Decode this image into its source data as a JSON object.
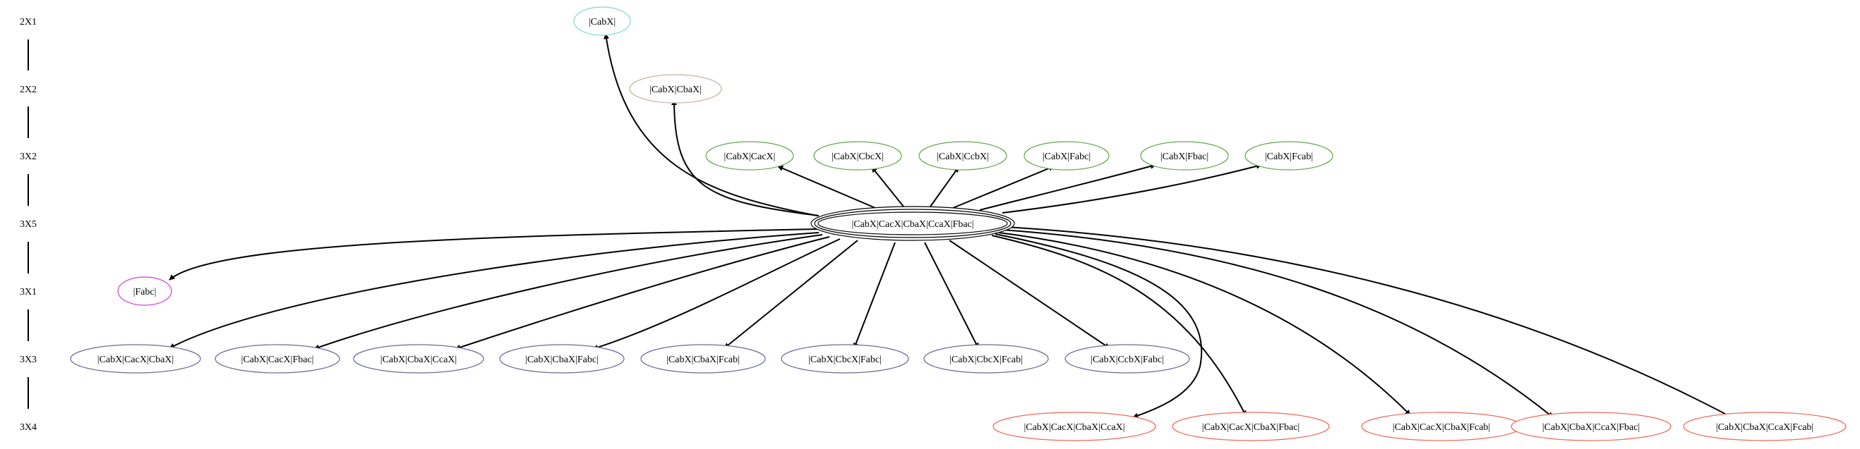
{
  "colors": {
    "teal": "#7fd7cf",
    "tan": "#c7b29e",
    "green": "#62a84a",
    "magenta": "#d23cd2",
    "slate": "#6b6b94",
    "red": "#ee6a5a",
    "black": "#000000"
  },
  "ranks": [
    {
      "id": "r2x1",
      "label": "2X1"
    },
    {
      "id": "r2x2",
      "label": "2X2"
    },
    {
      "id": "r3x2",
      "label": "3X2"
    },
    {
      "id": "r3x5",
      "label": "3X5"
    },
    {
      "id": "r3x1",
      "label": "3X1"
    },
    {
      "id": "r3x3",
      "label": "3X3"
    },
    {
      "id": "r3x4",
      "label": "3X4"
    }
  ],
  "center": {
    "id": "center",
    "label": "|CabX|CacX|CbaX|CcaX|Fbac|",
    "rank": "r3x5",
    "color": "black"
  },
  "nodes": [
    {
      "id": "n2x1",
      "label": "|CabX|",
      "rank": "r2x1",
      "color": "teal"
    },
    {
      "id": "n2x2",
      "label": "|CabX|CbaX|",
      "rank": "r2x2",
      "color": "tan"
    },
    {
      "id": "g1",
      "label": "|CabX|CacX|",
      "rank": "r3x2",
      "color": "green"
    },
    {
      "id": "g2",
      "label": "|CabX|CbcX|",
      "rank": "r3x2",
      "color": "green"
    },
    {
      "id": "g3",
      "label": "|CabX|CcbX|",
      "rank": "r3x2",
      "color": "green"
    },
    {
      "id": "g4",
      "label": "|CabX|Fabc|",
      "rank": "r3x2",
      "color": "green"
    },
    {
      "id": "g5",
      "label": "|CabX|Fbac|",
      "rank": "r3x2",
      "color": "green"
    },
    {
      "id": "g6",
      "label": "|CabX|Fcab|",
      "rank": "r3x2",
      "color": "green"
    },
    {
      "id": "m1",
      "label": "|Fabc|",
      "rank": "r3x1",
      "color": "magenta"
    },
    {
      "id": "s1",
      "label": "|CabX|CacX|CbaX|",
      "rank": "r3x3",
      "color": "slate"
    },
    {
      "id": "s2",
      "label": "|CabX|CacX|Fbac|",
      "rank": "r3x3",
      "color": "slate"
    },
    {
      "id": "s3",
      "label": "|CabX|CbaX|CcaX|",
      "rank": "r3x3",
      "color": "slate"
    },
    {
      "id": "s4",
      "label": "|CabX|CbaX|Fabc|",
      "rank": "r3x3",
      "color": "slate"
    },
    {
      "id": "s5",
      "label": "|CabX|CbaX|Fcab|",
      "rank": "r3x3",
      "color": "slate"
    },
    {
      "id": "s6",
      "label": "|CabX|CbcX|Fabc|",
      "rank": "r3x3",
      "color": "slate"
    },
    {
      "id": "s7",
      "label": "|CabX|CbcX|Fcab|",
      "rank": "r3x3",
      "color": "slate"
    },
    {
      "id": "s8",
      "label": "|CabX|CcbX|Fabc|",
      "rank": "r3x3",
      "color": "slate"
    },
    {
      "id": "t1",
      "label": "|CabX|CacX|CbaX|CcaX|",
      "rank": "r3x4",
      "color": "red"
    },
    {
      "id": "t2",
      "label": "|CabX|CacX|CbaX|Fbac|",
      "rank": "r3x4",
      "color": "red"
    },
    {
      "id": "t3",
      "label": "|CabX|CacX|CbaX|Fcab|",
      "rank": "r3x4",
      "color": "red"
    },
    {
      "id": "t4",
      "label": "|CabX|CbaX|CcaX|Fbac|",
      "rank": "r3x4",
      "color": "red"
    },
    {
      "id": "t5",
      "label": "|CabX|CbaX|CcaX|Fcab|",
      "rank": "r3x4",
      "color": "red"
    }
  ],
  "edges": [
    {
      "from": "center",
      "to": "n2x1"
    },
    {
      "from": "center",
      "to": "n2x2"
    },
    {
      "from": "center",
      "to": "g1"
    },
    {
      "from": "center",
      "to": "g2"
    },
    {
      "from": "center",
      "to": "g3"
    },
    {
      "from": "center",
      "to": "g4"
    },
    {
      "from": "center",
      "to": "g5"
    },
    {
      "from": "center",
      "to": "g6"
    },
    {
      "from": "center",
      "to": "m1"
    },
    {
      "from": "center",
      "to": "s1"
    },
    {
      "from": "center",
      "to": "s2"
    },
    {
      "from": "center",
      "to": "s3"
    },
    {
      "from": "center",
      "to": "s4"
    },
    {
      "from": "center",
      "to": "s5"
    },
    {
      "from": "center",
      "to": "s6"
    },
    {
      "from": "center",
      "to": "s7"
    },
    {
      "from": "center",
      "to": "s8"
    },
    {
      "from": "center",
      "to": "t1"
    },
    {
      "from": "center",
      "to": "t2"
    },
    {
      "from": "center",
      "to": "t3"
    },
    {
      "from": "center",
      "to": "t4"
    },
    {
      "from": "center",
      "to": "t5"
    }
  ]
}
